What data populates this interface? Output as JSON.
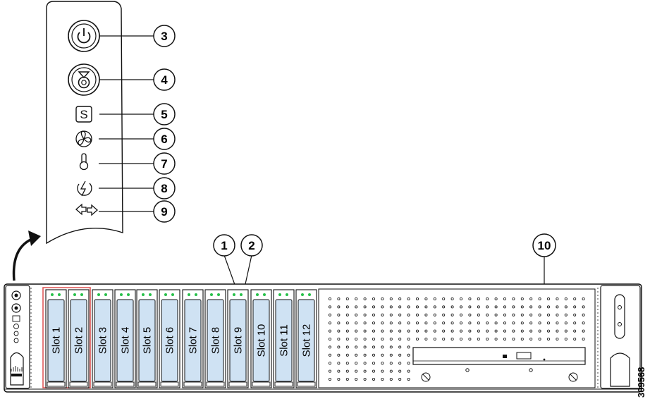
{
  "panel_callouts": [
    "3",
    "4",
    "5",
    "6",
    "7",
    "8",
    "9"
  ],
  "front_callouts": [
    "1",
    "2",
    "10"
  ],
  "slots": [
    "Slot 1",
    "Slot 2",
    "Slot 3",
    "Slot 4",
    "Slot 5",
    "Slot 6",
    "Slot 7",
    "Slot 8",
    "Slot 9",
    "Slot 10",
    "Slot 11",
    "Slot 12"
  ],
  "figure_id": "309568",
  "colors": {
    "drive_fill": "#cfe2f3",
    "drive_highlight": "#e05a5a",
    "led": "#27c04a",
    "stroke": "#111111"
  }
}
